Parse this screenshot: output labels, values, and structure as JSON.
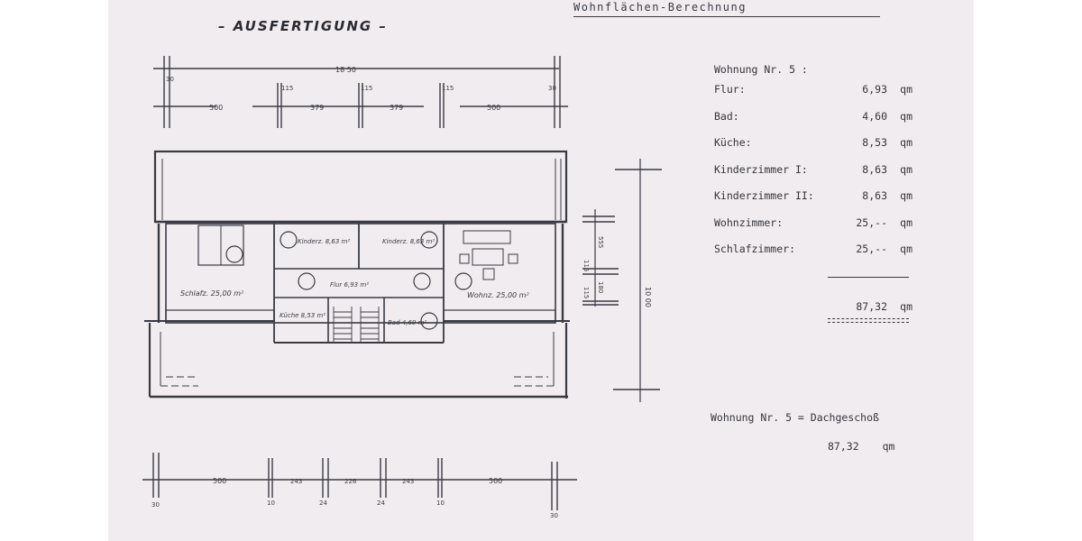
{
  "drawing": {
    "title": "– AUSFERTIGUNG –",
    "top_dims": {
      "overall": "18 50",
      "small": [
        "30",
        "115",
        "115",
        "115",
        "30"
      ],
      "segments": [
        "500",
        "379",
        "379",
        "500"
      ]
    },
    "bottom_dims": {
      "segments": [
        "500",
        "243",
        "226",
        "243",
        "500"
      ],
      "small": [
        "30",
        "10",
        "24",
        "24",
        "10",
        "30"
      ]
    },
    "right_dims": {
      "overall": "10 00",
      "parts": [
        "555",
        "115",
        "180",
        "115"
      ]
    },
    "rooms": {
      "schlafzimmer": "Schlafz. 25,00 m²",
      "kinder1": "Kinderz. 8,63 m²",
      "kinder2": "Kinderz. 8,63 m²",
      "flur": "Flur 6,93 m²",
      "wohnzimmer": "Wohnz. 25,00 m²",
      "kueche": "Küche 8,53 m²",
      "bad": "Bad 4,60 m²"
    }
  },
  "calc": {
    "heading": "Wohnflächen-Berechnung",
    "apartment": "Wohnung Nr. 5 :",
    "unit": "qm",
    "rows": [
      {
        "label": "Flur:",
        "value": "6,93"
      },
      {
        "label": "Bad:",
        "value": "4,60"
      },
      {
        "label": "Küche:",
        "value": "8,53"
      },
      {
        "label": "Kinderzimmer I:",
        "value": "8,63"
      },
      {
        "label": "Kinderzimmer II:",
        "value": "8,63"
      },
      {
        "label": "Wohnzimmer:",
        "value": "25,--"
      },
      {
        "label": "Schlafzimmer:",
        "value": "25,--"
      }
    ],
    "total": "87,32"
  },
  "summary": {
    "line": "Wohnung Nr. 5 = Dachgeschoß",
    "total": "87,32",
    "unit": "qm"
  }
}
